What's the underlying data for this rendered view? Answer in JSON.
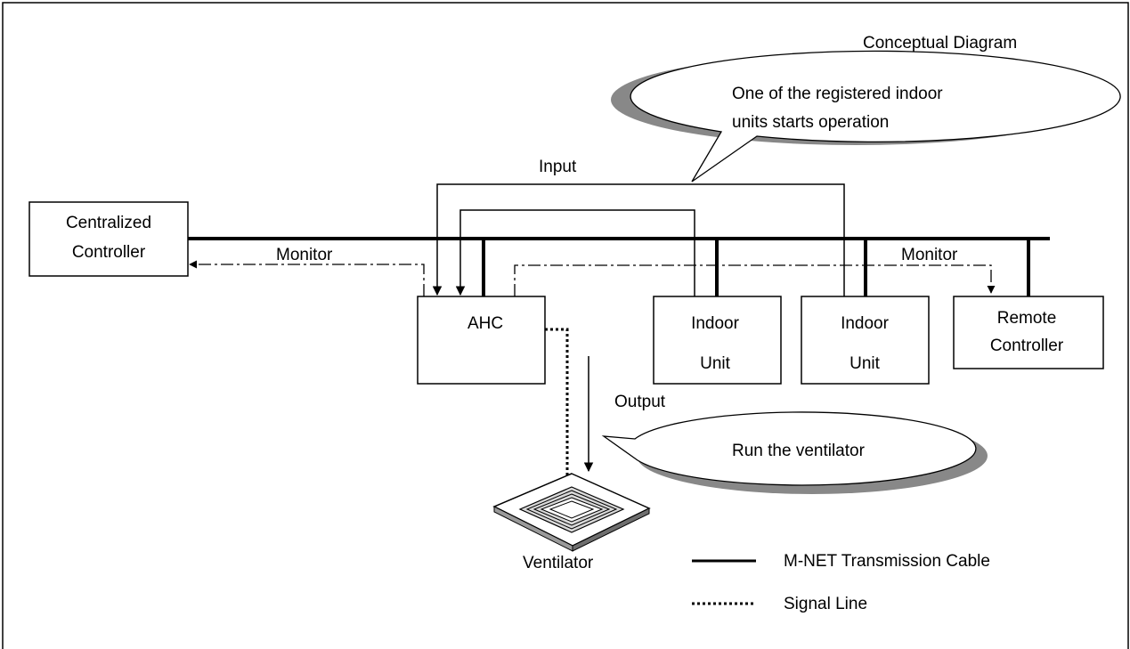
{
  "title": "Conceptual Diagram",
  "nodes": {
    "centralized_controller": {
      "line1": "Centralized",
      "line2": "Controller"
    },
    "ahc": {
      "label": "AHC"
    },
    "indoor_unit_1": {
      "line1": "Indoor",
      "line2": "Unit"
    },
    "indoor_unit_2": {
      "line1": "Indoor",
      "line2": "Unit"
    },
    "remote_controller": {
      "line1": "Remote",
      "line2": "Controller"
    },
    "ventilator": {
      "label": "Ventilator"
    }
  },
  "labels": {
    "input": "Input",
    "monitor_left": "Monitor",
    "monitor_right": "Monitor",
    "output": "Output"
  },
  "callouts": {
    "indoor_start": {
      "line1": "One of the registered indoor",
      "line2": "units starts operation"
    },
    "run_ventilator": {
      "text": "Run the ventilator"
    }
  },
  "legend": {
    "mnet": "M-NET Transmission Cable",
    "signal": "Signal Line"
  }
}
